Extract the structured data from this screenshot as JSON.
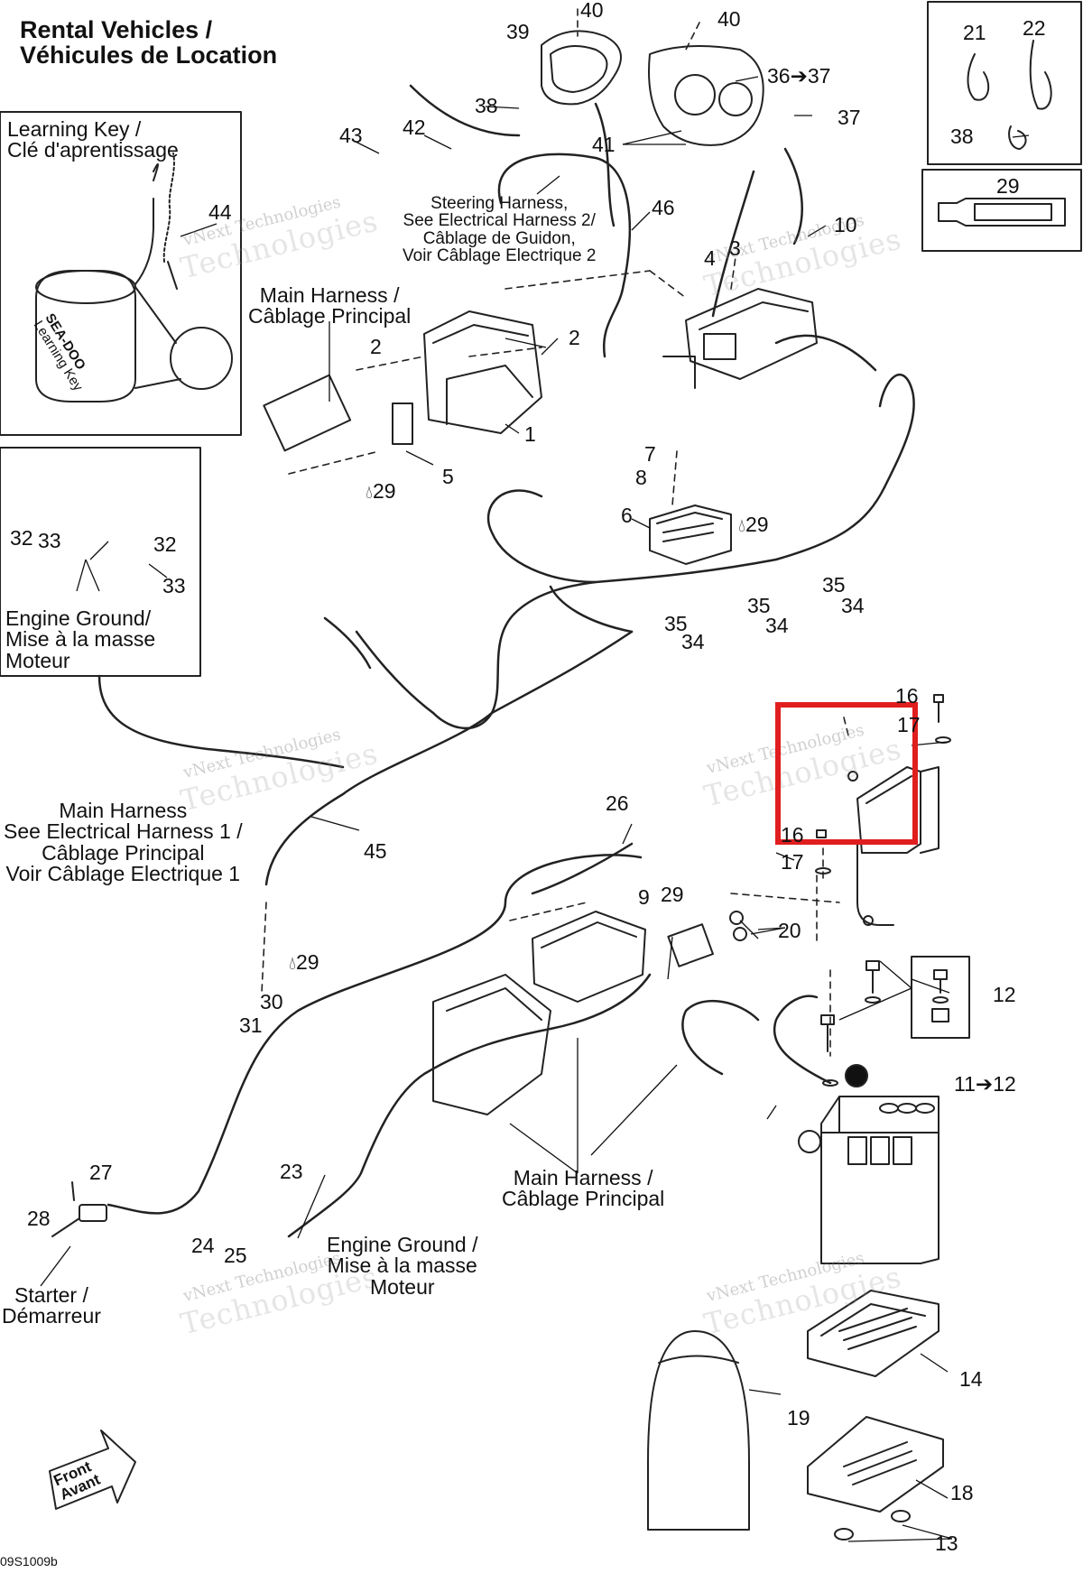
{
  "title_en": "Rental Vehicles /",
  "title_fr": "Véhicules de Location",
  "learning_key_label": [
    "Learning Key /",
    "Clé d'aprentissage"
  ],
  "learning_key_tag": [
    "SEA-DOO",
    "Learning Key"
  ],
  "steering_harness_label": [
    "Steering Harness,",
    "See Electrical Harness 2/",
    "Câblage de Guidon,",
    "Voir Câblage Electrique 2"
  ],
  "main_harness_top": [
    "Main Harness /",
    "Câblage Principal"
  ],
  "engine_ground_left": [
    "Engine Ground/",
    "Mise à la masse",
    "Moteur"
  ],
  "main_harness_left": [
    "Main Harness",
    "See Electrical Harness 1 /",
    "Câblage Principal",
    "Voir Câblage Electrique 1"
  ],
  "main_harness_bottom": [
    "Main Harness /",
    "Câblage Principal"
  ],
  "engine_ground_bottom": [
    "Engine Ground /",
    "Mise à la masse",
    "Moteur"
  ],
  "starter_label": [
    "Starter /",
    "Démarreur"
  ],
  "front_label": [
    "Front",
    "Avant"
  ],
  "drawing_code": "09S1009b",
  "watermark": [
    "vNext Technologies",
    "Technologies"
  ],
  "part_numbers": {
    "p1": "1",
    "p2a": "2",
    "p2b": "2",
    "p3": "3",
    "p4": "4",
    "p5": "5",
    "p6": "6",
    "p7": "7",
    "p8": "8",
    "p9": "9",
    "p10": "10",
    "p11": "11➔12",
    "p12": "12",
    "p13": "13",
    "p14": "14",
    "p16a": "16",
    "p16b": "16",
    "p17a": "17",
    "p17b": "17",
    "p18": "18",
    "p19": "19",
    "p20": "20",
    "p21": "21",
    "p22": "22",
    "p23": "23",
    "p24": "24",
    "p25": "25",
    "p26": "26",
    "p27": "27",
    "p28": "28",
    "p29a": "29",
    "p29b": "29",
    "p29c": "29",
    "p29d": "29",
    "p29e": "29",
    "p30": "30",
    "p31": "31",
    "p32a": "32",
    "p32b": "32",
    "p33a": "33",
    "p33b": "33",
    "p34a": "34",
    "p34b": "34",
    "p34c": "34",
    "p35a": "35",
    "p35b": "35",
    "p35c": "35",
    "p36": "36➔37",
    "p37": "37",
    "p38a": "38",
    "p38b": "38",
    "p39": "39",
    "p40a": "40",
    "p40b": "40",
    "p41": "41",
    "p42": "42",
    "p43": "43",
    "p44": "44",
    "p45": "45",
    "p46": "46"
  },
  "highlight_color": "#e01e1e"
}
